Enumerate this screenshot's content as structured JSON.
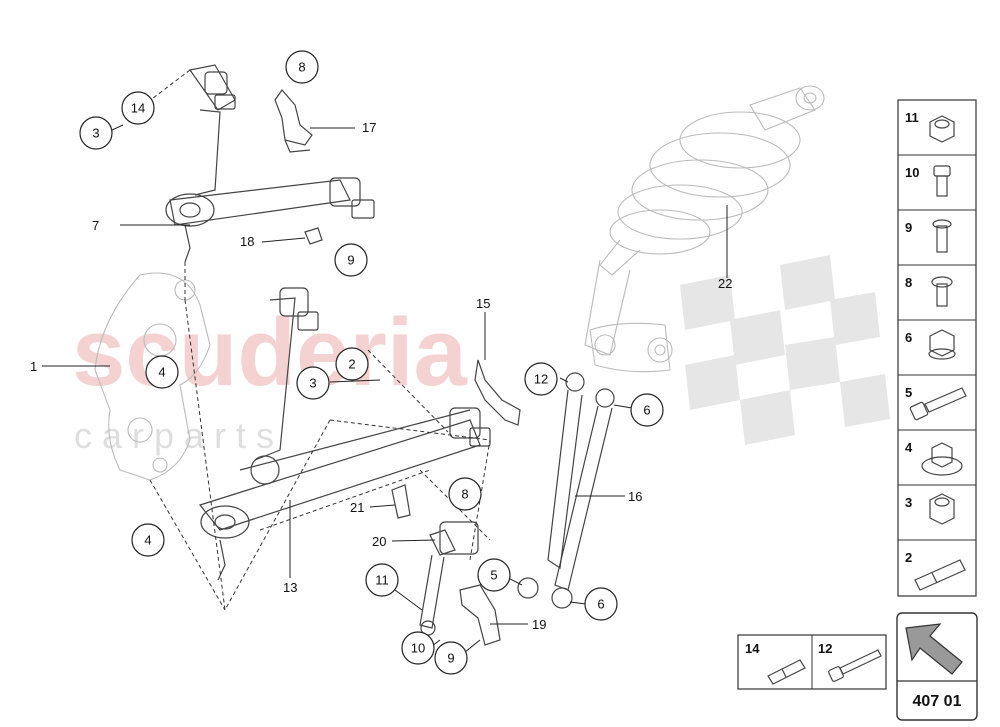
{
  "watermark": {
    "main": "scuderia",
    "sub": "c a r p a r t s"
  },
  "diagram_code": "407 01",
  "callouts": [
    {
      "id": "c-8a",
      "text": "8"
    },
    {
      "id": "c-17",
      "text": "17"
    },
    {
      "id": "c-14a",
      "text": "14"
    },
    {
      "id": "c-3a",
      "text": "3"
    },
    {
      "id": "c-7",
      "text": "7"
    },
    {
      "id": "c-18",
      "text": "18"
    },
    {
      "id": "c-9a",
      "text": "9"
    },
    {
      "id": "c-22",
      "text": "22"
    },
    {
      "id": "c-1",
      "text": "1"
    },
    {
      "id": "c-4a",
      "text": "4"
    },
    {
      "id": "c-4b",
      "text": "4"
    },
    {
      "id": "c-2",
      "text": "2"
    },
    {
      "id": "c-3b",
      "text": "3"
    },
    {
      "id": "c-15",
      "text": "15"
    },
    {
      "id": "c-12",
      "text": "12"
    },
    {
      "id": "c-6a",
      "text": "6"
    },
    {
      "id": "c-16",
      "text": "16"
    },
    {
      "id": "c-8b",
      "text": "8"
    },
    {
      "id": "c-21",
      "text": "21"
    },
    {
      "id": "c-20",
      "text": "20"
    },
    {
      "id": "c-13",
      "text": "13"
    },
    {
      "id": "c-11",
      "text": "11"
    },
    {
      "id": "c-5",
      "text": "5"
    },
    {
      "id": "c-6b",
      "text": "6"
    },
    {
      "id": "c-19",
      "text": "19"
    },
    {
      "id": "c-10",
      "text": "10"
    },
    {
      "id": "c-9b",
      "text": "9"
    }
  ],
  "fastener_panel": [
    "11",
    "10",
    "9",
    "8",
    "6",
    "5",
    "4",
    "3",
    "2"
  ],
  "bottom_panel": [
    "14",
    "12"
  ],
  "icons": {
    "arrow": "navigation-arrow-icon"
  }
}
